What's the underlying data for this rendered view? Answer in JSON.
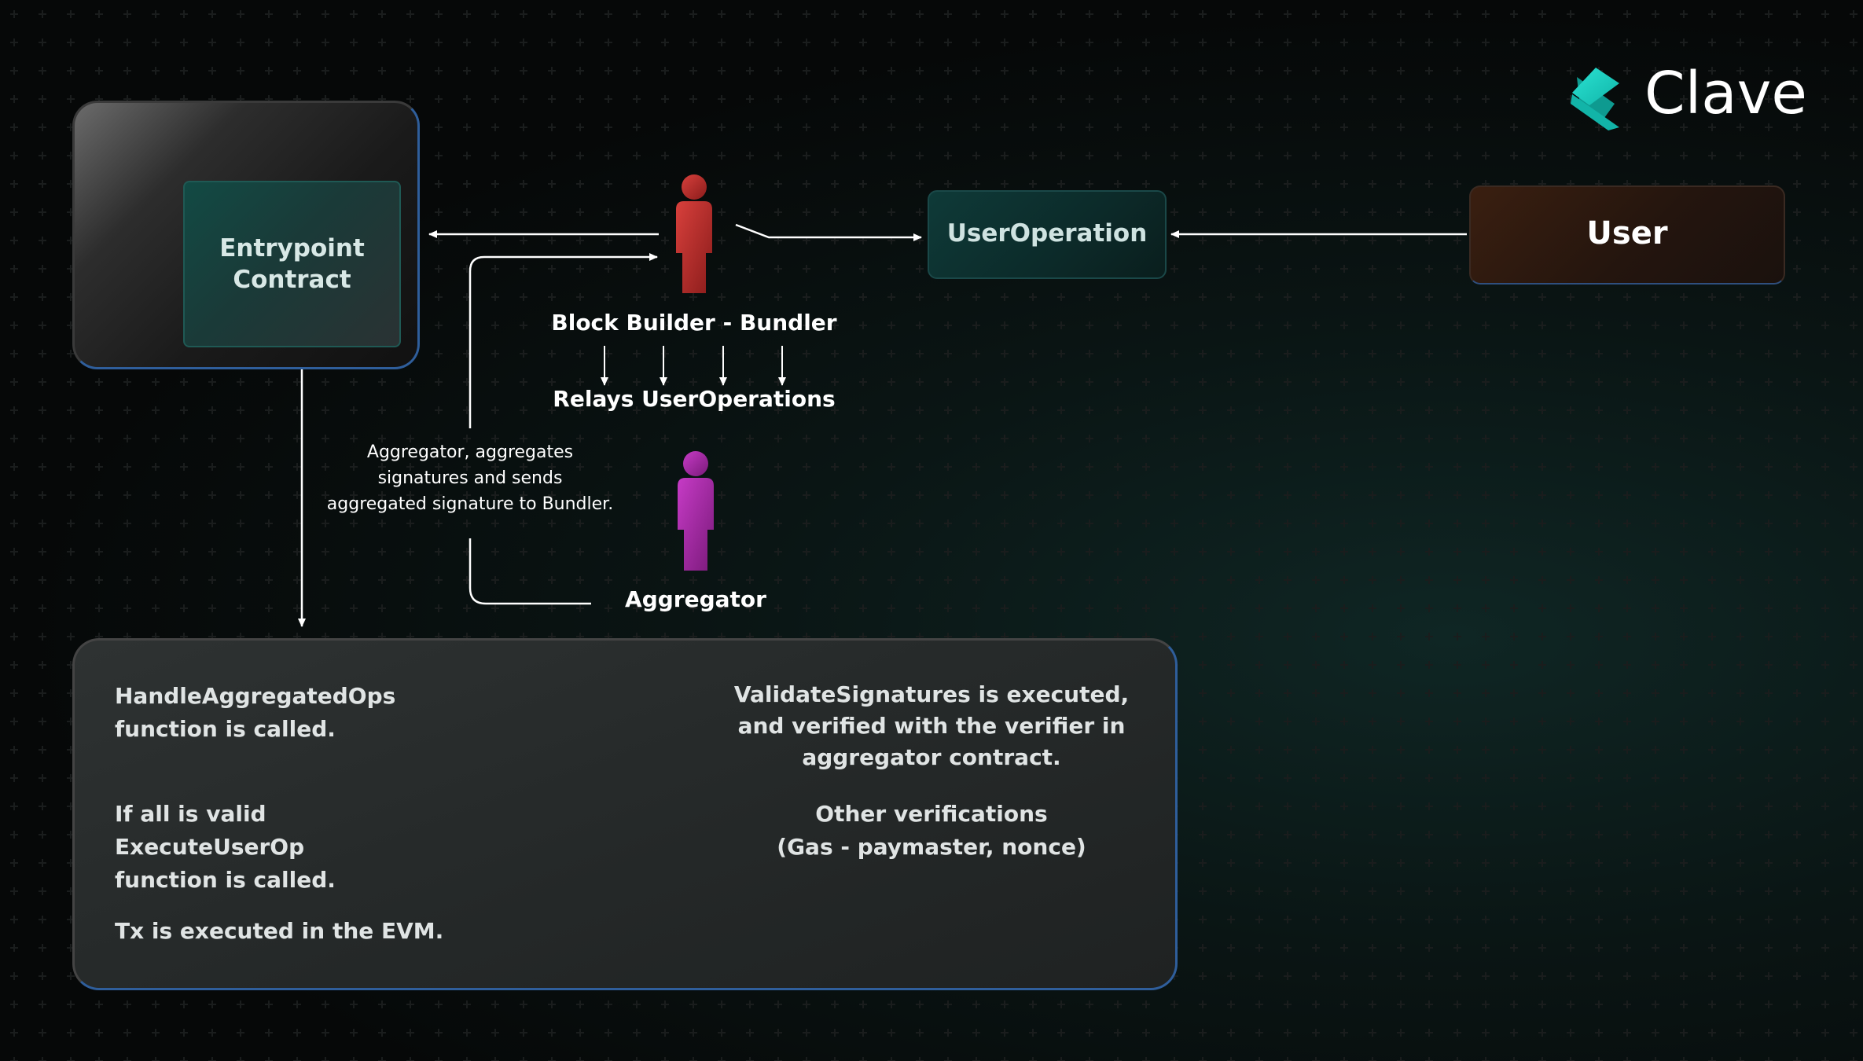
{
  "brand": {
    "name": "Clave",
    "icon": "clave-chevron-logo",
    "accent": "#22d3c5"
  },
  "nodes": {
    "entrypoint": "Entrypoint\nContract",
    "user_operation": "UserOperation",
    "user": "User",
    "bundler": "Block Builder - Bundler",
    "relays": "Relays UserOperations",
    "aggregator": "Aggregator"
  },
  "annotation": "Aggregator, aggregates\nsignatures and sends\naggregated signature to Bundler.",
  "panel": {
    "handle": "HandleAggregatedOps\nfunction is called.",
    "validate": "ValidateSignatures is executed,\nand verified with the verifier in\naggregator contract.",
    "execute": "If all is valid ExecuteUserOp\nfunction is called.",
    "other": "Other verifications\n(Gas - paymaster, nonce)",
    "evm": "Tx is executed in the EVM."
  },
  "colors": {
    "bundler_figure": "#b8302e",
    "aggregator_figure": "#a62aa6",
    "arrow": "#ffffff"
  },
  "icons": [
    "person-icon",
    "person-icon"
  ]
}
